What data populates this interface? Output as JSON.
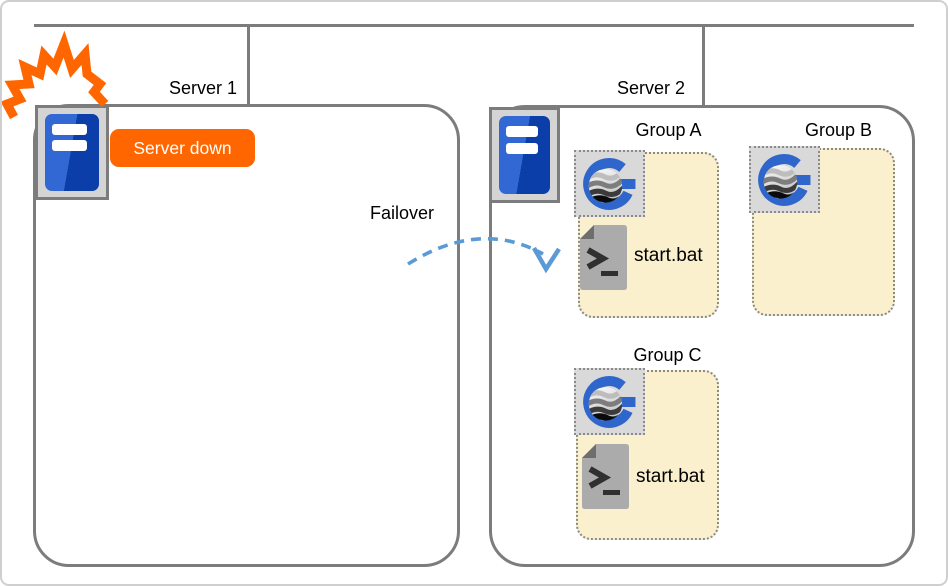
{
  "failover_label": "Failover",
  "servers": [
    {
      "name": "Server 1",
      "status_badge": "Server down"
    },
    {
      "name": "Server 2",
      "groups": [
        {
          "name": "Group A",
          "script": "start.bat"
        },
        {
          "name": "Group B",
          "script": ""
        },
        {
          "name": "Group C",
          "script": "start.bat"
        }
      ]
    }
  ],
  "colors": {
    "accent_orange": "#FF6600",
    "line_gray": "#7C7C7C",
    "group_fill_cream": "#FAF0CE",
    "dotted_border_gray": "#8A8A8A",
    "icon_frame_gray": "#D4D4D4",
    "logo_chip_gray": "#D9D9D9",
    "arrow_blue": "#5B9BD5",
    "server_blue_dark": "#0B3EA8",
    "server_blue_light": "#3268D4",
    "logo_blue": "#2F66CC"
  }
}
